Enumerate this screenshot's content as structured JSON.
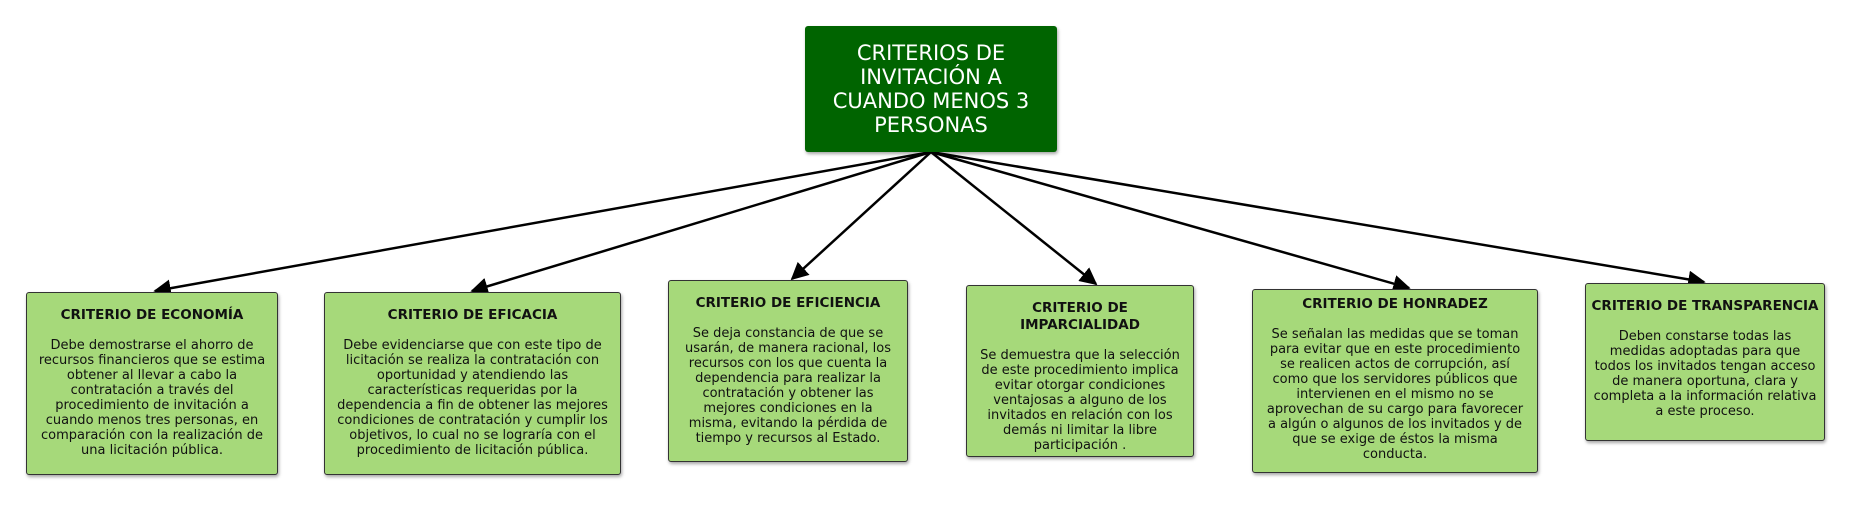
{
  "diagram": {
    "root": {
      "title": "CRITERIOS DE INVITACIÓN A CUANDO MENOS 3 PERSONAS"
    },
    "colors": {
      "root_fill": "#006400",
      "node_fill": "#a6d97a",
      "edge": "#000000"
    },
    "nodes": [
      {
        "title": "CRITERIO DE ECONOMÍA",
        "body": "Debe demostrarse el ahorro de recursos financieros que se estima obtener al llevar a cabo la contratación a través del procedimiento de invitación a cuando menos tres personas, en comparación con la realización de una licitación pública."
      },
      {
        "title": "CRITERIO DE EFICACIA",
        "body": "Debe evidenciarse que con este tipo de licitación se realiza la contratación con oportunidad y atendiendo las características requeridas por la dependencia a fin de obtener las mejores condiciones de contratación y cumplir los objetivos, lo cual no se lograría con el procedimiento  de licitación pública."
      },
      {
        "title": "CRITERIO DE EFICIENCIA",
        "body": "Se deja constancia de que se usarán, de manera racional, los recursos con los que cuenta la dependencia para realizar la contratación y obtener las mejores condiciones en la misma, evitando la pérdida de tiempo y recursos al Estado."
      },
      {
        "title": "CRITERIO DE IMPARCIALIDAD",
        "body": "Se demuestra que la selección de este procedimiento implica evitar otorgar condiciones ventajosas a alguno de los invitados en relación con los demás ni limitar la libre participación ."
      },
      {
        "title": "CRITERIO DE HONRADEZ",
        "body": "Se señalan las medidas que se toman para evitar que en este procedimiento se realicen actos de corrupción, así como que los servidores públicos que intervienen en el mismo no se aprovechan de su cargo para favorecer a algún o algunos de los invitados y de que se exige de éstos la  misma conducta."
      },
      {
        "title": "CRITERIO DE TRANSPARENCIA",
        "body": "Deben constarse todas las medidas adoptadas para que todos los invitados tengan acceso de manera oportuna, clara y completa a la información relativa  a este proceso."
      }
    ]
  }
}
